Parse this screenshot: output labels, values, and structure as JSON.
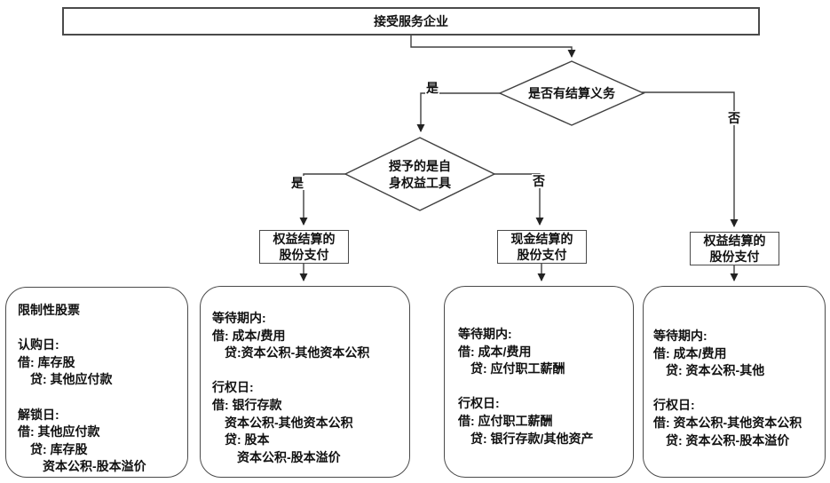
{
  "colors": {
    "line": "#404040",
    "text": "#111111",
    "background": "#ffffff"
  },
  "top_box": {
    "label": "接受服务企业"
  },
  "decisions": {
    "settlement_obligation": {
      "label": "是否有结算义务"
    },
    "own_equity_instrument": {
      "label": "授予的是自\n身权益工具"
    }
  },
  "branch_labels": {
    "d1_yes": "是",
    "d1_no": "否",
    "d2_yes": "是",
    "d2_no": "否"
  },
  "process_boxes": {
    "equity_left": "权益结算的\n股份支付",
    "cash": "现金结算的\n股份支付",
    "equity_right": "权益结算的\n股份支付"
  },
  "panels": {
    "restricted_stock": "限制性股票\n\n认购日:\n借: 库存股\n　贷: 其他应付款\n\n解锁日:\n借: 其他应付款\n　贷: 库存股\n　　资本公积-股本溢价",
    "equity_settled": "等待期内:\n借: 成本/费用\n　贷:资本公积-其他资本公积\n\n行权日:\n借: 银行存款\n　资本公积-其他资本公积\n　贷: 股本\n　　资本公积-股本溢价",
    "cash_settled": "等待期内:\n借: 成本/费用\n　贷: 应付职工薪酬\n\n行权日:\n借: 应付职工薪酬\n　贷: 银行存款/其他资产",
    "equity_no_obligation": "等待期内:\n借: 成本/费用\n　贷: 资本公积-其他\n\n行权日:\n借: 资本公积-其他资本公积\n　贷: 资本公积-股本溢价"
  }
}
